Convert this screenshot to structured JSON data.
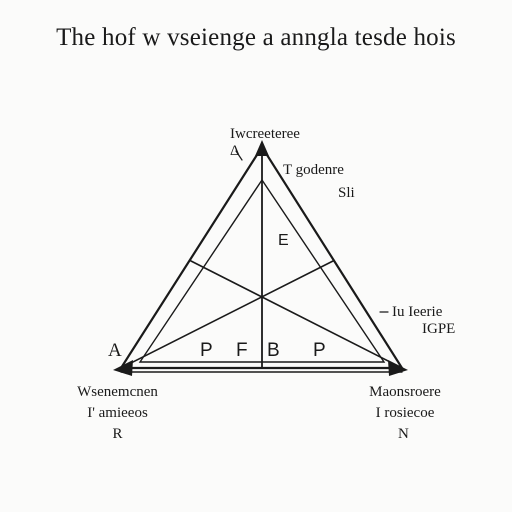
{
  "title": "The hof w vseienge a anngla tesde hois",
  "labels": {
    "top_line1": "Iwcreeteree",
    "top_line2": "Δ",
    "right_top_line1": "T godenre",
    "right_top_line2": "Sli",
    "right_mid_line1": "Iu Ieerie",
    "right_mid_line2": "IGPE",
    "bottom_left_line1": "Wsenemcnen",
    "bottom_left_line2": "I' amieeos",
    "bottom_left_line3": "R",
    "bottom_right_line1": "Maonsroere",
    "bottom_right_line2": "I rosiecoe",
    "bottom_right_line3": "N",
    "vertex_left": "A"
  },
  "inner_labels": {
    "center": "E",
    "p1": "P",
    "p2": "F",
    "p3": "B",
    "p4": "P"
  },
  "colors": {
    "ink": "#1a1a1a",
    "background": "#fbfbfa"
  }
}
